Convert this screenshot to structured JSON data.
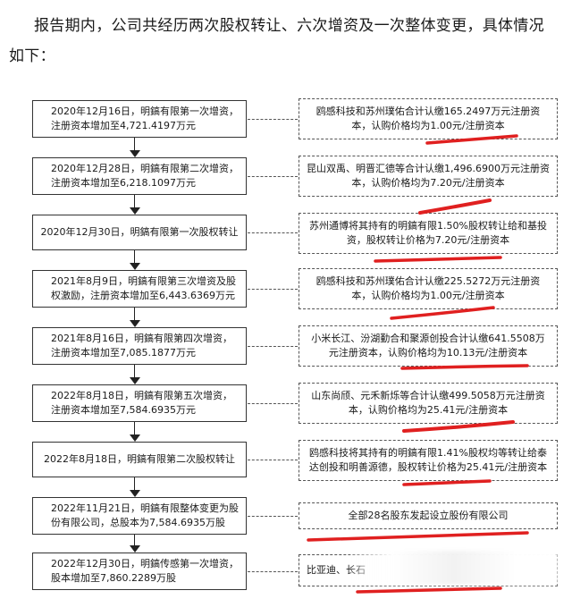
{
  "intro": {
    "line1": "报告期内，公司共经历两次股权转让、六次增资及一次整体变更，具体情况",
    "line2": "如下："
  },
  "events": [
    {
      "left": "2020年12月16日，明鎬有限第一次增资，注册资本增加至4,721.4197万元",
      "right": "鸥感科技和苏州璞佑合计认缴165.2497万元注册资本，认购价格均为1.00元/注册资本"
    },
    {
      "left": "2020年12月28日，明鎬有限第二次增资，注册资本增加至6,218.1097万元",
      "right": "昆山双禹、明晋汇德等合计认缴1,496.6900万元注册资本，认购价格均为7.20元/注册资本"
    },
    {
      "left": "2020年12月30日，明鎬有限第一次股权转让",
      "right": "苏州通博将其持有的明鎬有限1.50%股权转让给和基投资，股权转让价格为7.20元/注册资本"
    },
    {
      "left": "2021年8月9日，明鎬有限第三次增资及股权激励，注册资本增加至6,443.6369万元",
      "right": "鸥感科技和苏州璞佑合计认缴225.5272万元注册资本，认购价格均为1.00元/注册资本"
    },
    {
      "left": "2021年8月16日，明鎬有限第四次增资，注册资本增加至7,085.1877万元",
      "right": "小米长江、汾湖勤合和聚源创投合计认缴641.5508万元注册资本，认购价格均为10.13元/注册资本"
    },
    {
      "left": "2022年8月18日，明鎬有限第五次增资，注册资本增加至7,584.6935万元",
      "right": "山东尚颀、元禾新烁等合计认缴499.5058万元注册资本，认购价格均为25.41元/注册资本"
    },
    {
      "left": "2022年8月18日，明鎬有限第二次股权转让",
      "right": "鸥感科技将其持有的明鎬有限1.41%股权均等转让给泰达创投和明善源德，股权转让价格为25.41元/注册资本"
    },
    {
      "left": "2022年11月21日，明鎬有限整体变更为股份有限公司，总股本为7,584.6935万股",
      "right": "全部28名股东发起设立股份有限公司"
    },
    {
      "left": "2022年12月30日，明鎬传感第一次增资，股本增加至7,860.2289万股",
      "right": "比亚迪、长石"
    }
  ],
  "colors": {
    "annotation": "#e02020",
    "border": "#333333"
  }
}
